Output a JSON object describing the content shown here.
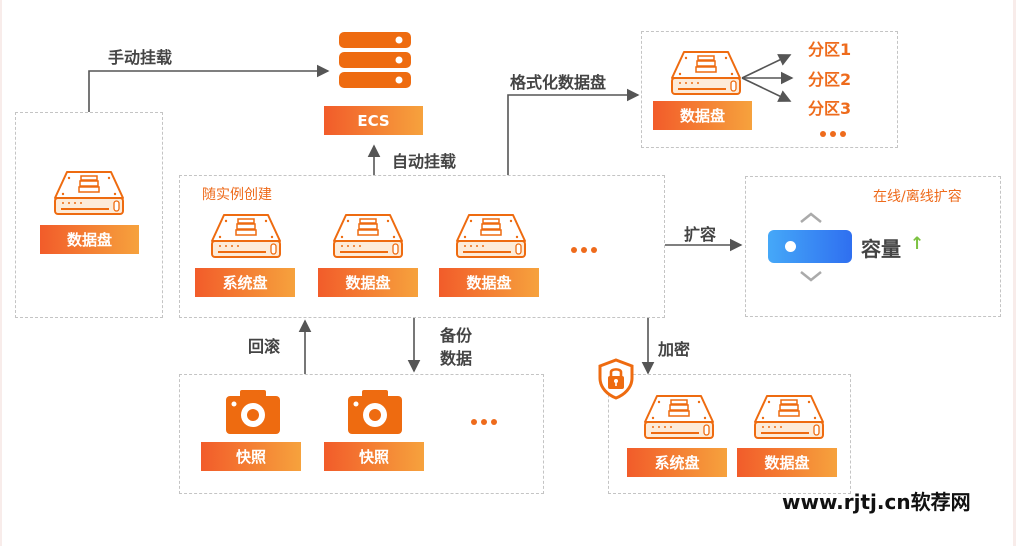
{
  "colors": {
    "accent": "#ee6b1c",
    "gradient_start": "#f25c2a",
    "gradient_end": "#f6a23d",
    "arrow": "#555555",
    "capacity_blue": "#3a8bf0",
    "up_green": "#7cc241"
  },
  "flows": {
    "manual_mount": "手动挂载",
    "auto_mount": "自动挂载",
    "format_disk": "格式化数据盘",
    "expand": "扩容",
    "rollback": "回滚",
    "backup_line1": "备份",
    "backup_line2": "数据",
    "encrypt": "加密"
  },
  "ecs": {
    "label": "ECS",
    "icon": "server-stack-icon"
  },
  "standalone_disk": {
    "label": "数据盘",
    "icon": "disk-icon"
  },
  "instance_group": {
    "title": "随实例创建",
    "disks": [
      {
        "label": "系统盘",
        "icon": "disk-icon"
      },
      {
        "label": "数据盘",
        "icon": "disk-icon"
      },
      {
        "label": "数据盘",
        "icon": "disk-icon"
      }
    ],
    "more": "..."
  },
  "format_group": {
    "disk_label": "数据盘",
    "partitions": [
      "分区1",
      "分区2",
      "分区3"
    ],
    "more": "..."
  },
  "expand_group": {
    "title": "在线/离线扩容",
    "capacity_label": "容量",
    "up_arrow": "↑"
  },
  "snapshot_group": {
    "snapshots": [
      {
        "label": "快照",
        "icon": "camera-icon"
      },
      {
        "label": "快照",
        "icon": "camera-icon"
      }
    ],
    "more": "..."
  },
  "encrypt_group": {
    "icon": "shield-lock-icon",
    "disks": [
      {
        "label": "系统盘",
        "icon": "disk-icon"
      },
      {
        "label": "数据盘",
        "icon": "disk-icon"
      }
    ]
  },
  "watermark": "www.rjtj.cn软荐网"
}
